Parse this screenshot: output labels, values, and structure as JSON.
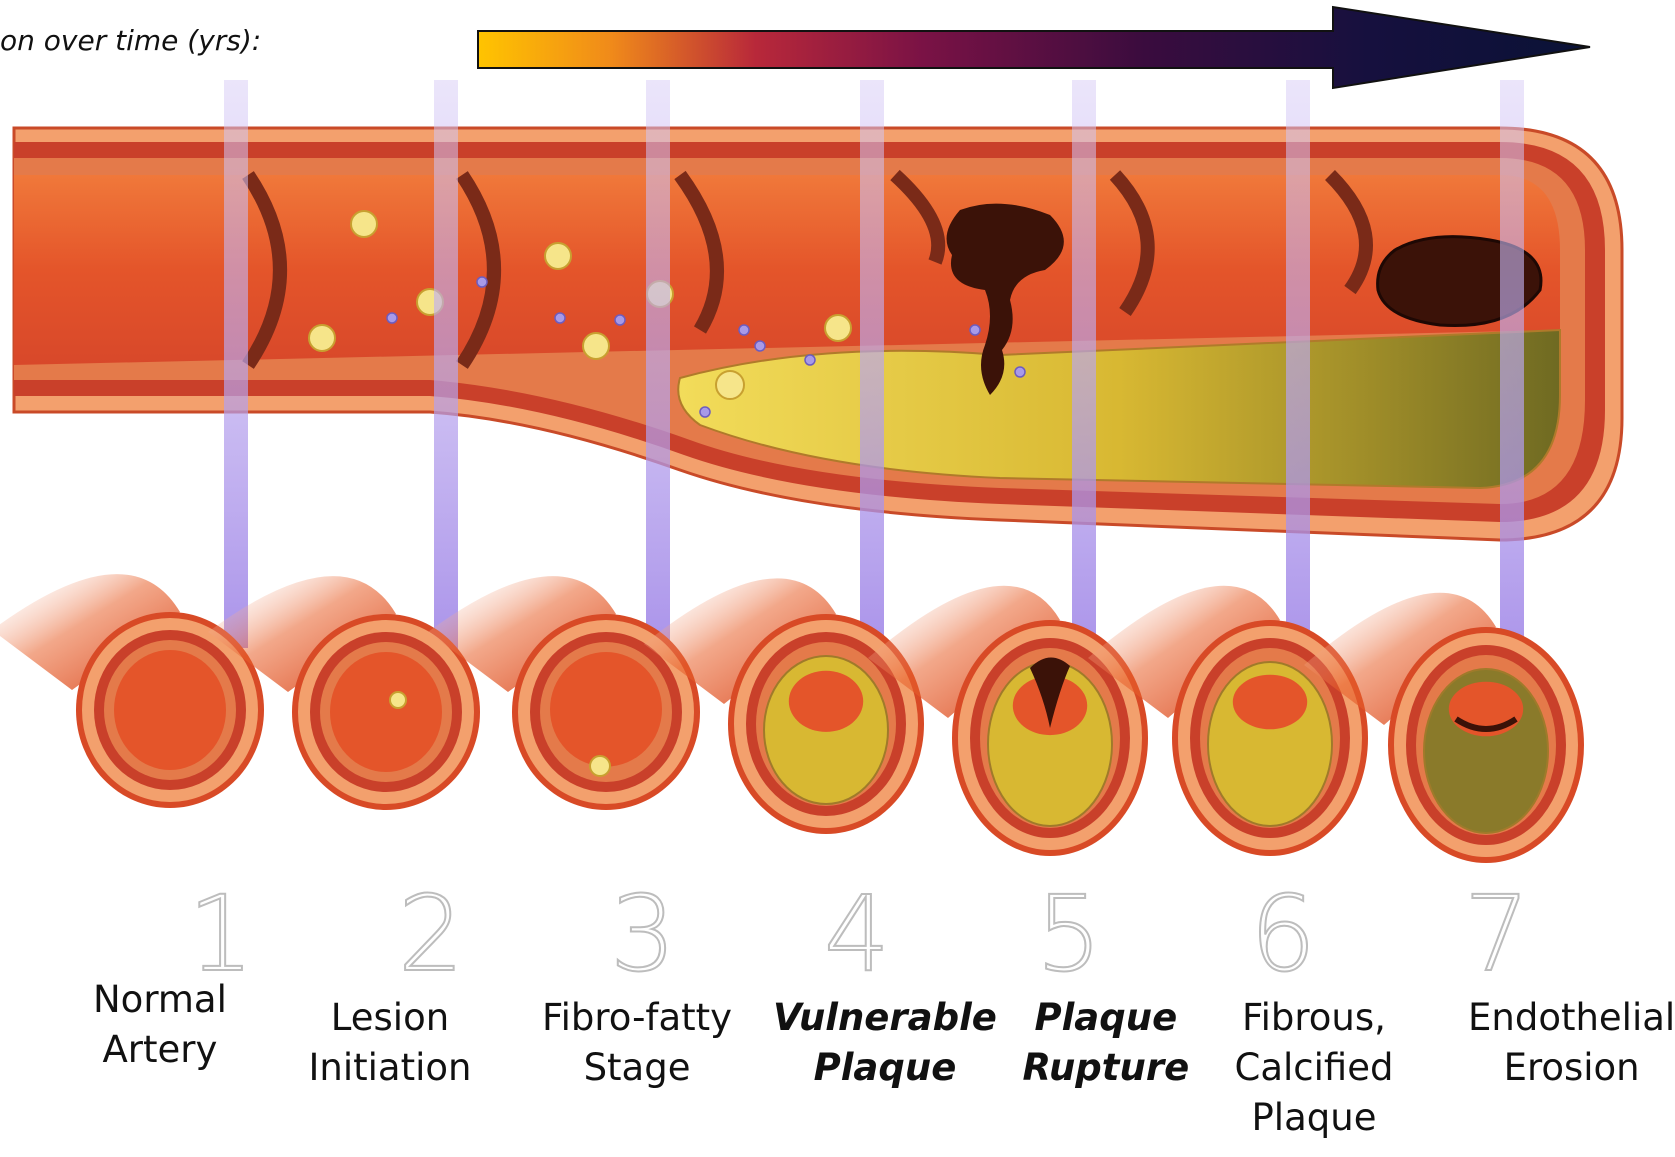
{
  "timeline": {
    "caption": "on over time (yrs):",
    "gradient": [
      "#ffc400",
      "#f08a1a",
      "#b8283a",
      "#7a1245",
      "#3a0c3e",
      "#16103e",
      "#0a1236"
    ]
  },
  "colors": {
    "vessel_outer": "#e8602a",
    "vessel_wall": "#c9402a",
    "adventitia": "#f3a06d",
    "lumen": "#e4552a",
    "plaque": "#d8b832",
    "thrombus": "#3b1208",
    "marker_bar": "#9b80e6"
  },
  "stages": [
    {
      "number": "1",
      "label_lines": [
        "Normal",
        "Artery"
      ],
      "emphasis": false
    },
    {
      "number": "2",
      "label_lines": [
        "Lesion",
        "Initiation"
      ],
      "emphasis": false
    },
    {
      "number": "3",
      "label_lines": [
        "Fibro-fatty",
        "Stage"
      ],
      "emphasis": false
    },
    {
      "number": "4",
      "label_lines": [
        "Vulnerable",
        "Plaque"
      ],
      "emphasis": true
    },
    {
      "number": "5",
      "label_lines": [
        "Plaque",
        "Rupture"
      ],
      "emphasis": true
    },
    {
      "number": "6",
      "label_lines": [
        "Fibrous,",
        "Calcified",
        "Plaque"
      ],
      "emphasis": false
    },
    {
      "number": "7",
      "label_lines": [
        "Endothelial",
        "Erosion"
      ],
      "emphasis": false
    }
  ]
}
